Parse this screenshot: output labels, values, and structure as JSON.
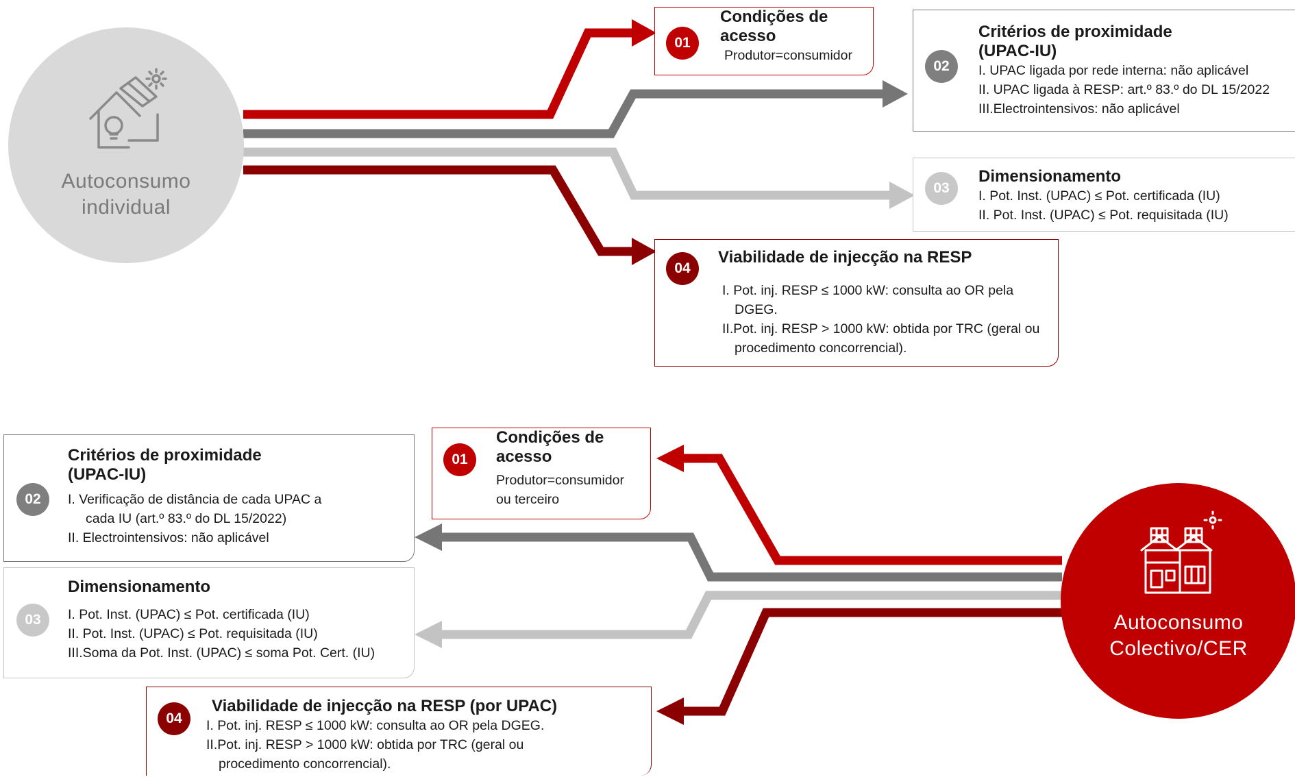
{
  "individual": {
    "circle_label_1": "Autoconsumo",
    "circle_label_2": "individual",
    "box01": {
      "num": "01",
      "title_1": "Condições de",
      "title_2": "acesso",
      "line_1": "Produtor=consumidor"
    },
    "box02": {
      "num": "02",
      "title_1": "Critérios de proximidade",
      "title_2": "(UPAC-IU)",
      "line_1": "I. UPAC ligada por rede interna: não aplicável",
      "line_2": "II. UPAC ligada à RESP: art.º 83.º do DL 15/2022",
      "line_3": "III.Electrointensivos: não aplicável"
    },
    "box03": {
      "num": "03",
      "title_1": "Dimensionamento",
      "line_1": "I. Pot. Inst. (UPAC) ≤ Pot. certificada (IU)",
      "line_2": "II. Pot. Inst. (UPAC) ≤ Pot. requisitada (IU)"
    },
    "box04": {
      "num": "04",
      "title_1": "Viabilidade de injecção na RESP",
      "line_1": "I. Pot. inj. RESP ≤ 1000 kW: consulta ao OR pela DGEG.",
      "line_2": "II.Pot. inj. RESP > 1000 kW: obtida por TRC (geral ou procedimento concorrencial)."
    }
  },
  "collective": {
    "circle_label_1": "Autoconsumo",
    "circle_label_2": "Colectivo/CER",
    "box01": {
      "num": "01",
      "title_1": "Condições de",
      "title_2": "acesso",
      "line_1": "Produtor=consumidor",
      "line_2": "ou terceiro"
    },
    "box02": {
      "num": "02",
      "title_1": "Critérios de proximidade",
      "title_2": "(UPAC-IU)",
      "line_1": "I. Verificação de distância de cada UPAC a",
      "line_1b": "cada IU (art.º 83.º do DL 15/2022)",
      "line_2": "II. Electrointensivos: não aplicável"
    },
    "box03": {
      "num": "03",
      "title_1": "Dimensionamento",
      "line_1": "I. Pot. Inst. (UPAC) ≤ Pot. certificada (IU)",
      "line_2": "II. Pot. Inst. (UPAC) ≤ Pot. requisitada (IU)",
      "line_3": "III.Soma da Pot. Inst. (UPAC) ≤ soma Pot. Cert. (IU)"
    },
    "box04": {
      "num": "04",
      "title_1": "Viabilidade de injecção na RESP (por UPAC)",
      "line_1": "I. Pot. inj. RESP ≤ 1000 kW: consulta ao OR pela DGEG.",
      "line_2": "II.Pot. inj. RESP > 1000 kW: obtida por TRC (geral ou",
      "line_2b": "procedimento concorrencial)."
    }
  },
  "colors": {
    "red": "#c00000",
    "dark_red": "#8b0000",
    "grey": "#767676",
    "light_grey": "#c3c3c3",
    "circle_grey": "#d9d9d9"
  },
  "icons": {
    "individual": "house-solar-lightbulb-icon",
    "collective": "buildings-solar-panels-icon"
  }
}
